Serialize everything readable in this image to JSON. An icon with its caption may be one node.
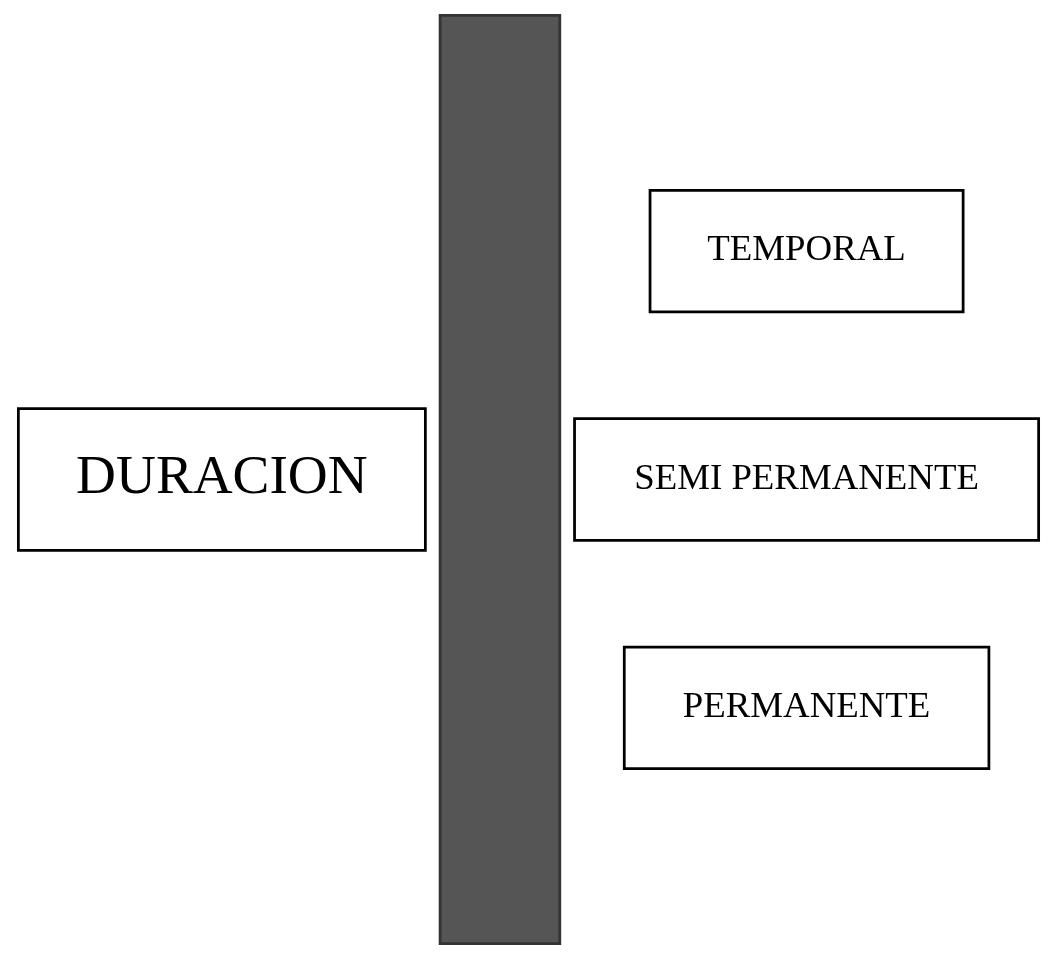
{
  "diagram": {
    "nodes": [
      {
        "text": [
          "DURACION"
        ]
      },
      {
        "text": [],
        "shape": "bar"
      },
      {
        "text": [
          "TEMPORAL"
        ]
      },
      {
        "text": [
          "SEMI PERMANENTE"
        ]
      },
      {
        "text": [
          "PERMANENTE"
        ]
      }
    ]
  }
}
